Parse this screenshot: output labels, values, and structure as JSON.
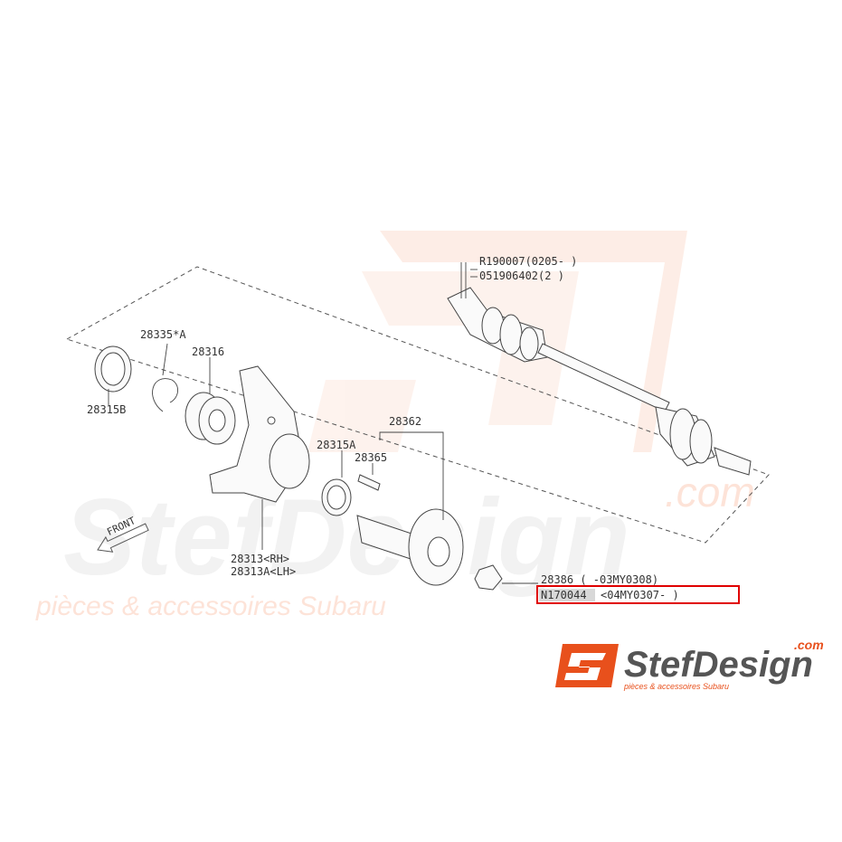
{
  "watermark": {
    "main_text": "StefDesign",
    "tagline": "pièces & accessoires Subaru",
    "dotcom": ".com"
  },
  "logo": {
    "wordmark": "StefDesign",
    "dotcom": ".com",
    "tagline": "pièces & accessoires Subaru"
  },
  "front_label": "FRONT",
  "labels": {
    "p28335": "28335*A",
    "p28316": "28316",
    "p28315b": "28315B",
    "p28362": "28362",
    "p28315a": "28315A",
    "p28365": "28365",
    "p28313rh": "28313<RH>",
    "p28313lh": "28313A<LH>",
    "r190007": "R190007(0205-   )",
    "p0519": "051906402(2  )",
    "p28386": "28386  (       -03MY0308)",
    "n170044_code": "N170044",
    "n170044_range": "<04MY0307-         )"
  },
  "highlight_color": "#e00000"
}
